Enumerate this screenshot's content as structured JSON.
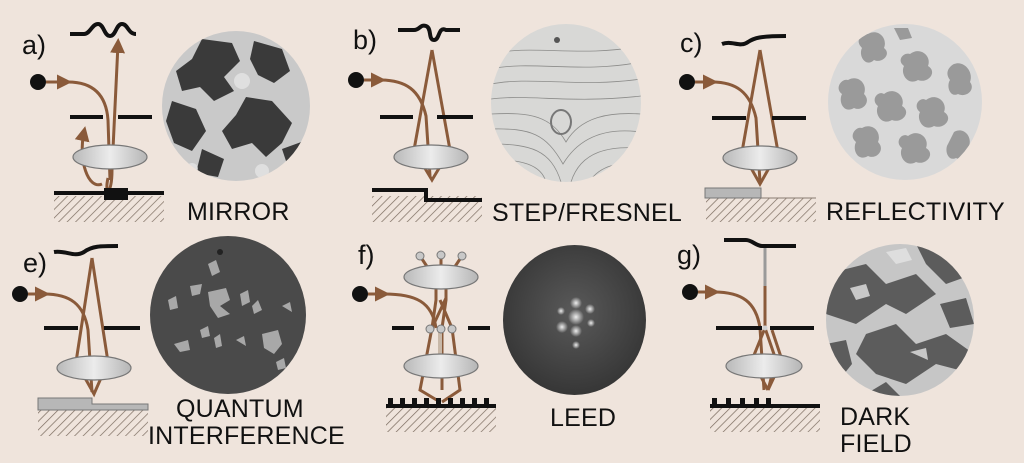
{
  "figure": {
    "background_color": "#efe4dc",
    "beam_color": "#8a5a3a",
    "panels": [
      {
        "id": "a",
        "letter": "a)",
        "caption_lines": [
          "MIRROR"
        ],
        "image": "mirror-contrast-micrograph"
      },
      {
        "id": "b",
        "letter": "b)",
        "caption_lines": [
          "STEP/FRESNEL"
        ],
        "image": "step-fresnel-contrast-micrograph"
      },
      {
        "id": "c",
        "letter": "c)",
        "caption_lines": [
          "REFLECTIVITY"
        ],
        "image": "reflectivity-contrast-micrograph"
      },
      {
        "id": "e",
        "letter": "e)",
        "caption_lines": [
          "QUANTUM",
          "INTERFERENCE"
        ],
        "image": "quantum-interference-micrograph"
      },
      {
        "id": "f",
        "letter": "f)",
        "caption_lines": [
          "LEED"
        ],
        "image": "leed-diffraction-pattern"
      },
      {
        "id": "g",
        "letter": "g)",
        "caption_lines": [
          "DARK",
          "FIELD"
        ],
        "image": "dark-field-micrograph"
      }
    ]
  }
}
